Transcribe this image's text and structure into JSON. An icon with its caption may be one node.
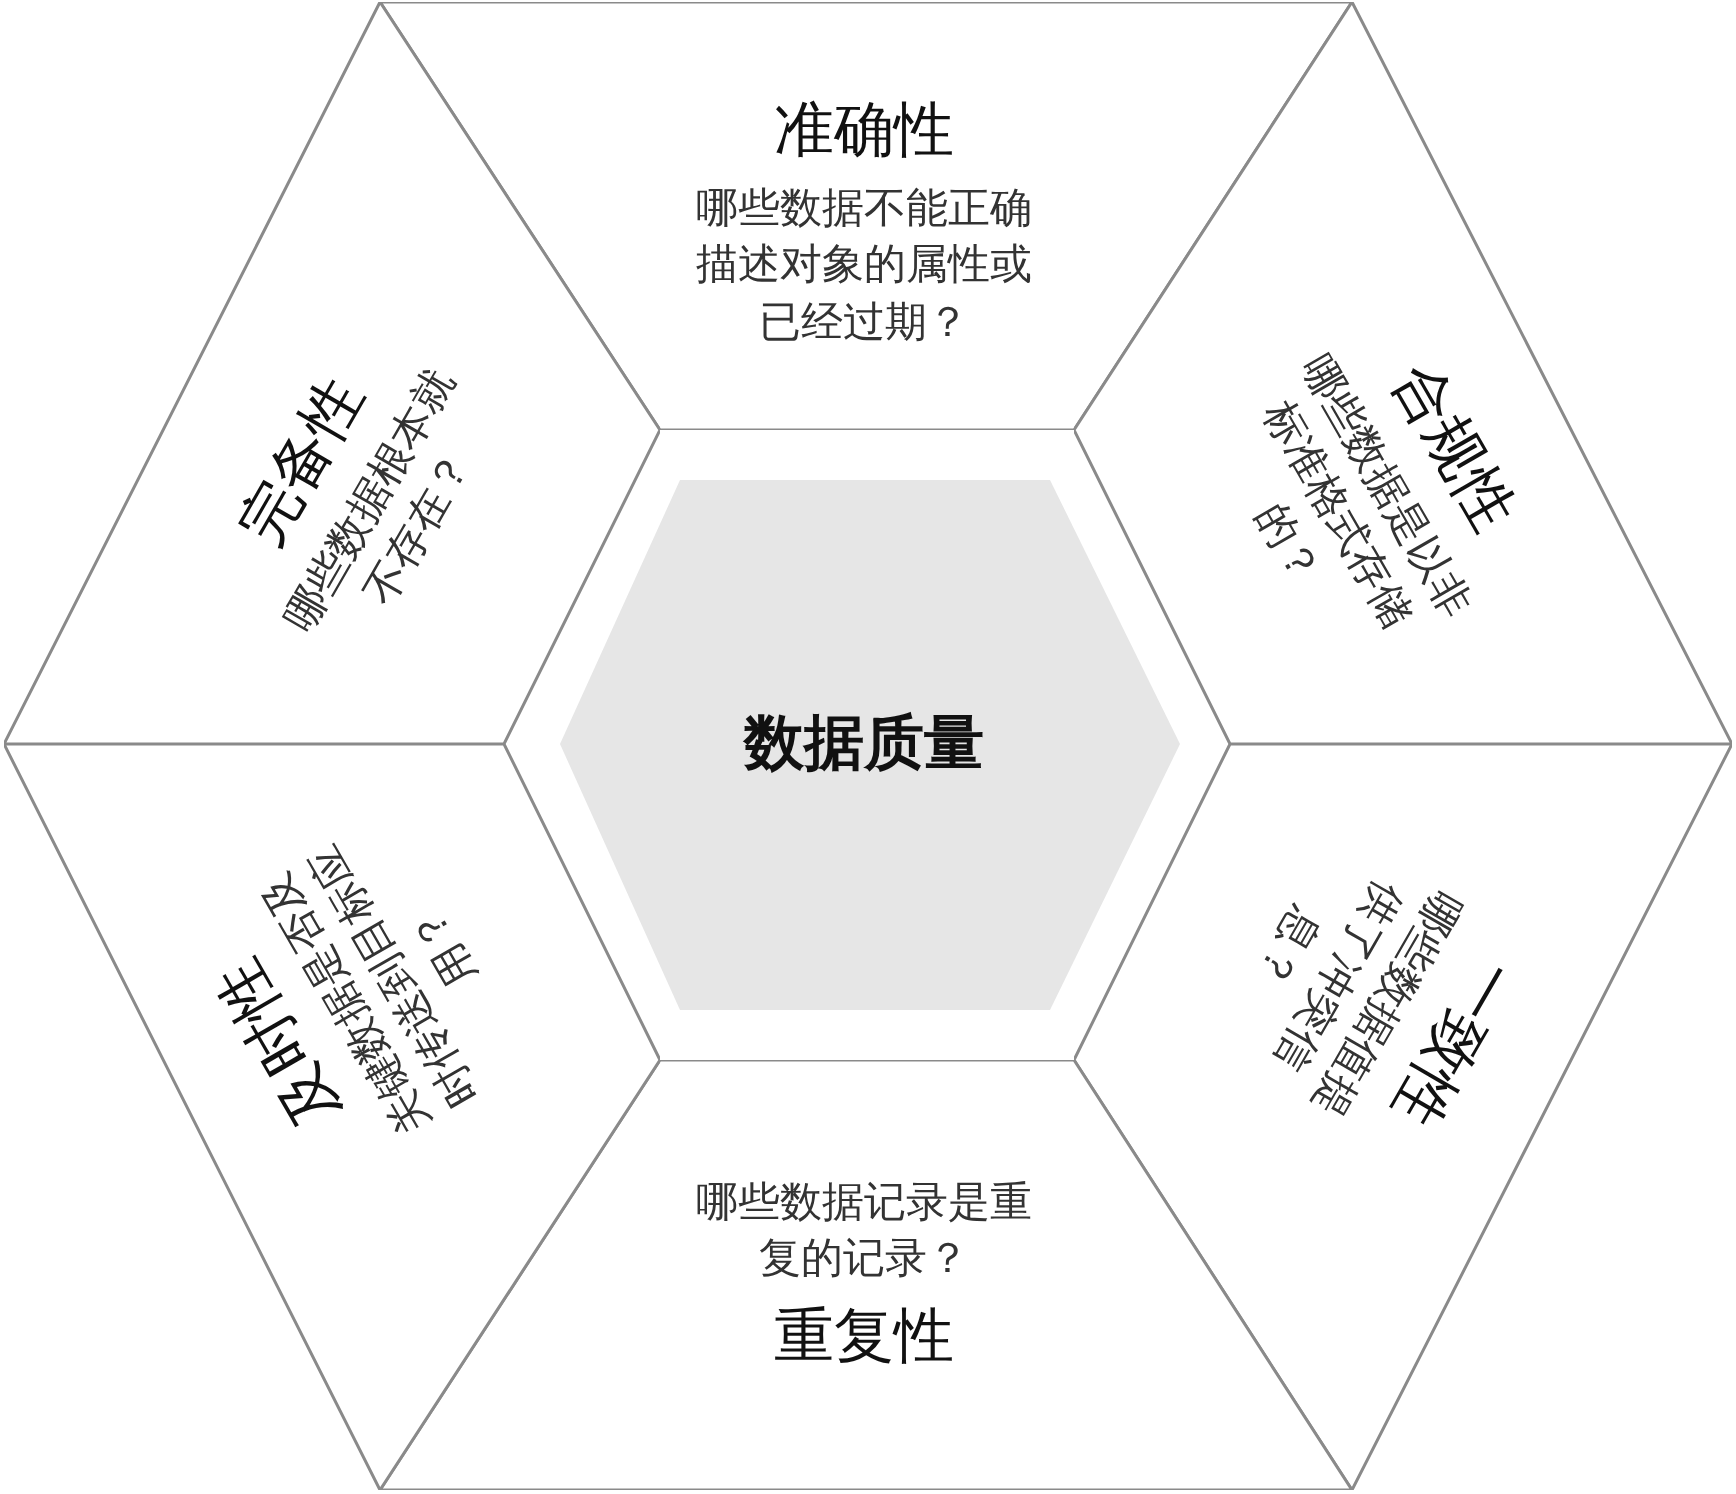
{
  "diagram": {
    "nodes": [
      {
        "text": [
          "准确性",
          "哪些数据不能正确描述对象的属性或已经过期？"
        ]
      },
      {
        "text": [
          "合规性",
          "哪些数据是以非标准格式存储的？"
        ]
      },
      {
        "text": [
          "一致性",
          "哪些数据值提供了冲突信息？"
        ]
      },
      {
        "text": [
          "哪些数据记录是重复的记录？",
          "重复性"
        ]
      },
      {
        "text": [
          "及时性",
          "关键数据是否及时传送到目标应用？"
        ]
      },
      {
        "text": [
          "完备性",
          "哪些数据根本就不存在？"
        ]
      },
      {
        "text": [
          "数据质量"
        ]
      }
    ]
  }
}
